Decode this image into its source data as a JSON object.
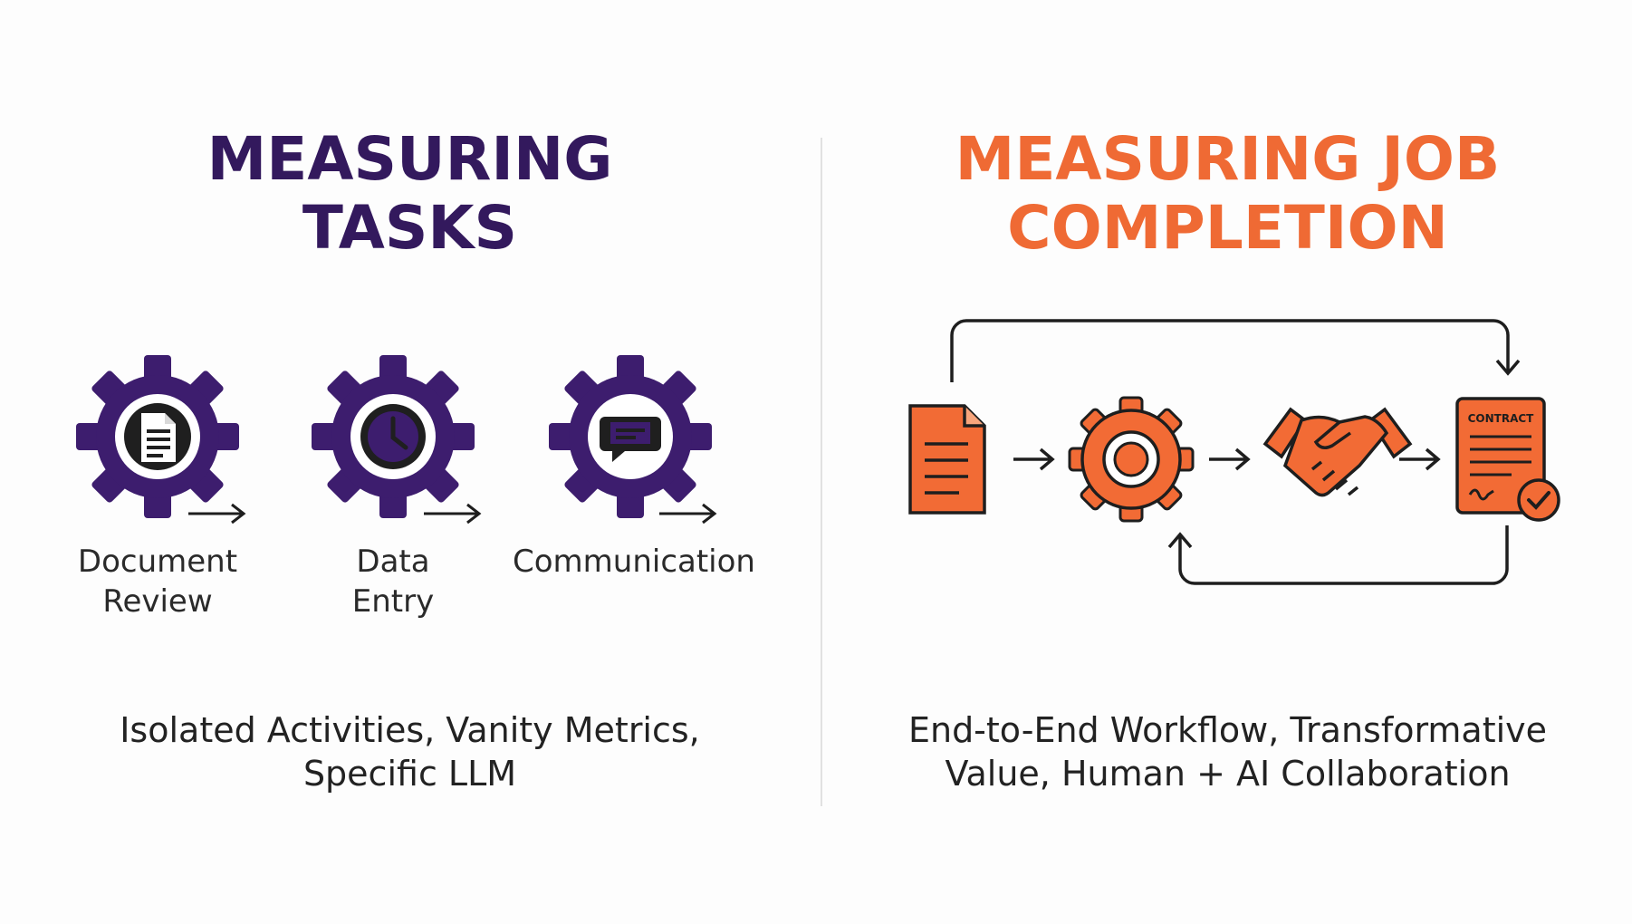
{
  "left": {
    "title_line1": "MEASURING",
    "title_line2": "TASKS",
    "tasks": [
      {
        "line1": "Document",
        "line2": "Review",
        "icon": "document-icon"
      },
      {
        "line1": "Data",
        "line2": "Entry",
        "icon": "clock-icon"
      },
      {
        "line1": "Communication",
        "line2": "",
        "icon": "chat-bubble-icon"
      }
    ],
    "caption_line1": "Isolated Activities, Vanity Metrics,",
    "caption_line2": "Specific LLM"
  },
  "right": {
    "title_line1": "MEASURING JOB",
    "title_line2": "COMPLETION",
    "flow": [
      "document-icon",
      "gear-icon",
      "handshake-icon",
      "contract-check-icon"
    ],
    "contract_label": "CONTRACT",
    "caption_line1": "End-to-End Workflow, Transformative",
    "caption_line2": "Value, Human + AI Collaboration"
  },
  "colors": {
    "purple": "#3d1d6e",
    "purple_title": "#33195d",
    "orange": "#f26b35",
    "orange_title": "#ef6a34",
    "outline": "#1e1e1e"
  }
}
